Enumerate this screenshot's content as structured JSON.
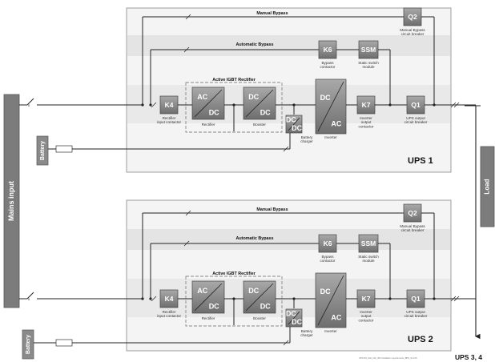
{
  "mains_input": "Mains input",
  "load": "Load",
  "ups34": "UPS 3, 4",
  "footer": "UPS-DS_IGH_100_300 Installation requirements_BPS_01.108",
  "ups_units": [
    {
      "title": "UPS 1",
      "manual_bypass": "Manual Bypass",
      "automatic_bypass": "Automatic Bypass",
      "rectifier_group": "Active IGBT Rectifier",
      "battery": "Battery",
      "k4": {
        "label": "K4",
        "sub": [
          "Rectifier",
          "input contactor"
        ]
      },
      "rectifier": {
        "ac": "AC",
        "dc": "DC",
        "sub": [
          "Rectifier"
        ]
      },
      "booster": {
        "dc1": "DC",
        "dc2": "DC",
        "sub": [
          "Booster"
        ]
      },
      "charger": {
        "dc1": "DC",
        "dc2": "DC",
        "sub": [
          "Battery",
          "charger"
        ]
      },
      "inverter": {
        "dc": "DC",
        "ac": "AC",
        "sub": [
          "Inverter"
        ]
      },
      "k7": {
        "label": "K7",
        "sub": [
          "Inverter",
          "output",
          "contactor"
        ]
      },
      "q1": {
        "label": "Q1",
        "sub": [
          "UPS output",
          "circuit breaker"
        ]
      },
      "k6": {
        "label": "K6",
        "sub": [
          "Bypass",
          "contactor"
        ]
      },
      "ssm": {
        "label": "SSM",
        "sub": [
          "Static switch",
          "module"
        ]
      },
      "q2": {
        "label": "Q2",
        "sub": [
          "Manual Bypass",
          "circuit breaker"
        ]
      }
    },
    {
      "title": "UPS 2",
      "manual_bypass": "Manual Bypass",
      "automatic_bypass": "Automatic Bypass",
      "rectifier_group": "Active IGBT Rectifier",
      "battery": "Battery",
      "k4": {
        "label": "K4",
        "sub": [
          "Rectifier",
          "input contactor"
        ]
      },
      "rectifier": {
        "ac": "AC",
        "dc": "DC",
        "sub": [
          "Rectifier"
        ]
      },
      "booster": {
        "dc1": "DC",
        "dc2": "DC",
        "sub": [
          "Booster"
        ]
      },
      "charger": {
        "dc1": "DC",
        "dc2": "DC",
        "sub": [
          "Battery",
          "charger"
        ]
      },
      "inverter": {
        "dc": "DC",
        "ac": "AC",
        "sub": [
          "Inverter"
        ]
      },
      "k7": {
        "label": "K7",
        "sub": [
          "Inverter",
          "output",
          "contactor"
        ]
      },
      "q1": {
        "label": "Q1",
        "sub": [
          "UPS output",
          "circuit breaker"
        ]
      },
      "k6": {
        "label": "K6",
        "sub": [
          "Bypass",
          "contactor"
        ]
      },
      "ssm": {
        "label": "SSM",
        "sub": [
          "Static switch",
          "module"
        ]
      },
      "q2": {
        "label": "Q2",
        "sub": [
          "Manual Bypass",
          "circuit breaker"
        ]
      }
    }
  ]
}
